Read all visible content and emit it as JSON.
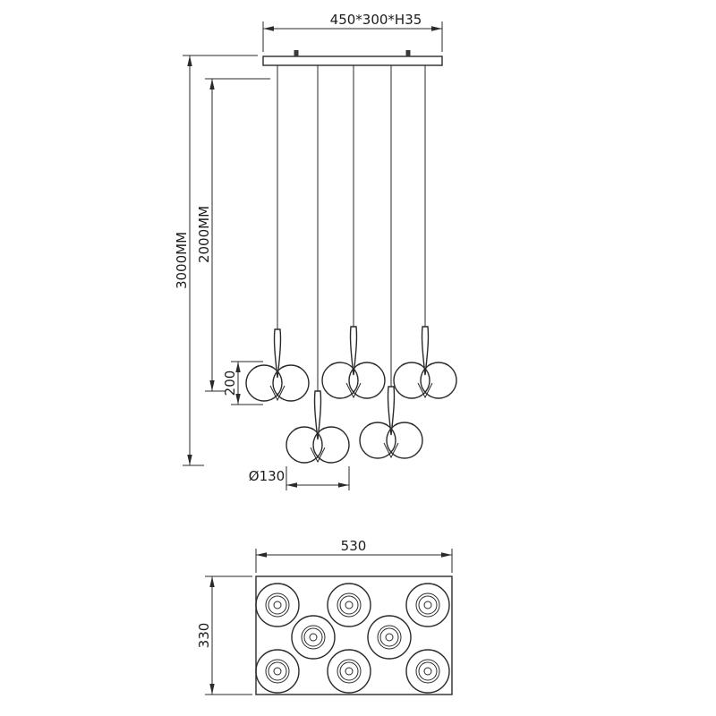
{
  "front_view": {
    "canopy_dimension": "450*300*H35",
    "total_drop": "3000MM",
    "cord_drop": "2000MM",
    "shade_height": "200",
    "shade_diameter": "Ø130"
  },
  "top_view": {
    "width": "530",
    "depth": "330"
  }
}
